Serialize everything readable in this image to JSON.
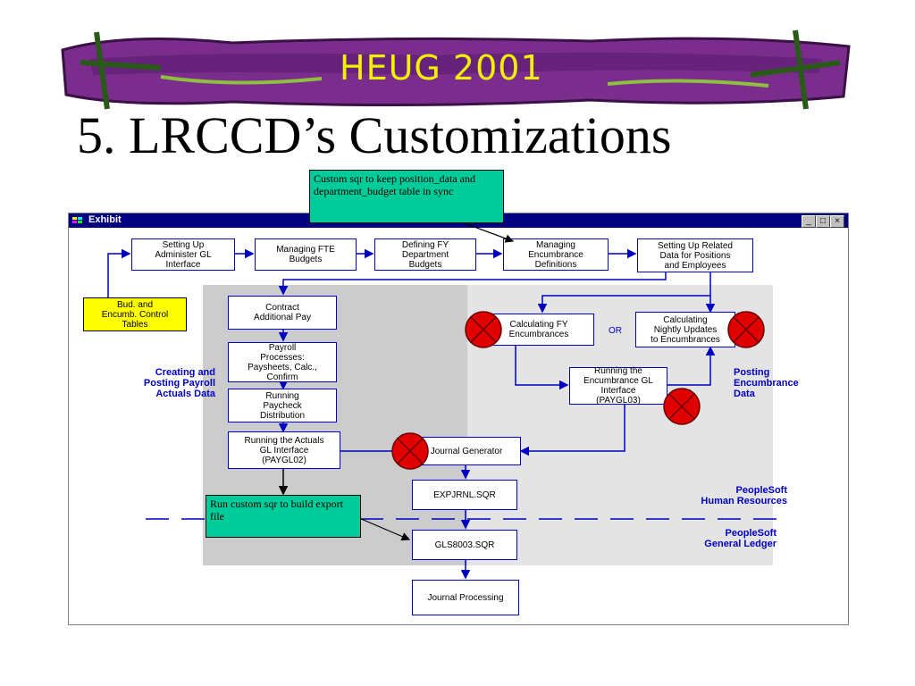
{
  "banner": {
    "text": "HEUG 2001"
  },
  "slide_title": "5.  LRCCD’s Customizations",
  "window": {
    "title": "Exhibit",
    "buttons": {
      "minimize": "_",
      "maximize": "□",
      "close": "×"
    }
  },
  "diagram": {
    "top_row": [
      "Setting Up\nAdminister GL\nInterface",
      "Managing FTE\nBudgets",
      "Defining FY\nDepartment\nBudgets",
      "Managing\nEncumbrance\nDefinitions",
      "Setting Up Related\nData for Positions\nand Employees"
    ],
    "control_tables": "Bud. and\nEncumb. Control\nTables",
    "left_column": [
      "Contract\nAdditional Pay",
      "Payroll\nProcesses:\nPaysheets, Calc.,\nConfirm",
      "Running\nPaycheck\nDistribution",
      "Running the Actuals\nGL Interface\n(PAYGL02)"
    ],
    "right_group": {
      "calc_fy": "Calculating FY\nEncumbrances",
      "or": "OR",
      "calc_nightly": "Calculating\nNightly Updates\nto Encumbrances",
      "enc_gl": "Running the\nEncumbrance GL\nInterface\n(PAYGL03)"
    },
    "center_column": [
      "Journal Generator",
      "EXPJRNL.SQR",
      "GLS8003.SQR",
      "Journal Processing"
    ],
    "side_labels": {
      "payroll": "Creating and\nPosting Payroll\nActuals Data",
      "encumbrance": "Posting\nEncumbrance\nData",
      "hr": "PeopleSoft\nHuman Resources",
      "gl": "PeopleSoft\nGeneral Ledger"
    }
  },
  "callouts": {
    "top": "Custom sqr to keep position_data and department_budget table in sync",
    "bottom": "Run custom sqr to build export file"
  },
  "colors": {
    "arrow": "#0000c0",
    "callout": "#00cc99",
    "x_mark": "#e00000",
    "title_bar": "#000080"
  }
}
